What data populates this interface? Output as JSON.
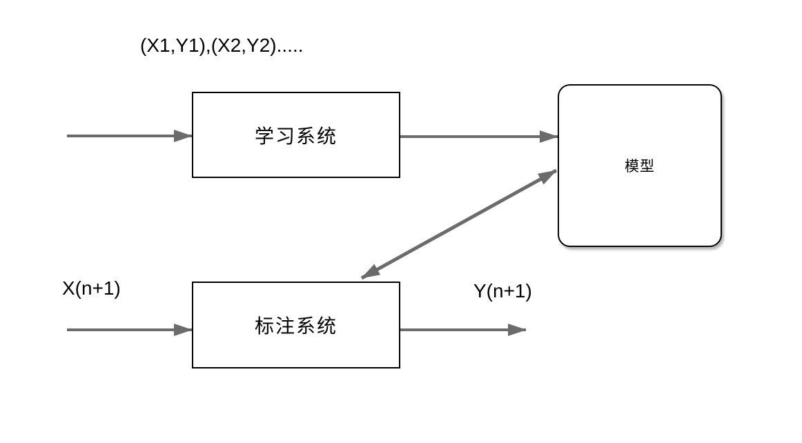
{
  "diagram": {
    "annotations": {
      "training_data": "(X1,Y1),(X2,Y2).....",
      "input_label": "X(n+1)",
      "output_label": "Y(n+1)"
    },
    "nodes": {
      "learning_system": {
        "label": "学习系统"
      },
      "model": {
        "label": "模型"
      },
      "labeling_system": {
        "label": "标注系统"
      }
    },
    "colors": {
      "arrow": "#6b6b6b",
      "border": "#000000",
      "text": "#000000",
      "background": "#ffffff"
    }
  }
}
